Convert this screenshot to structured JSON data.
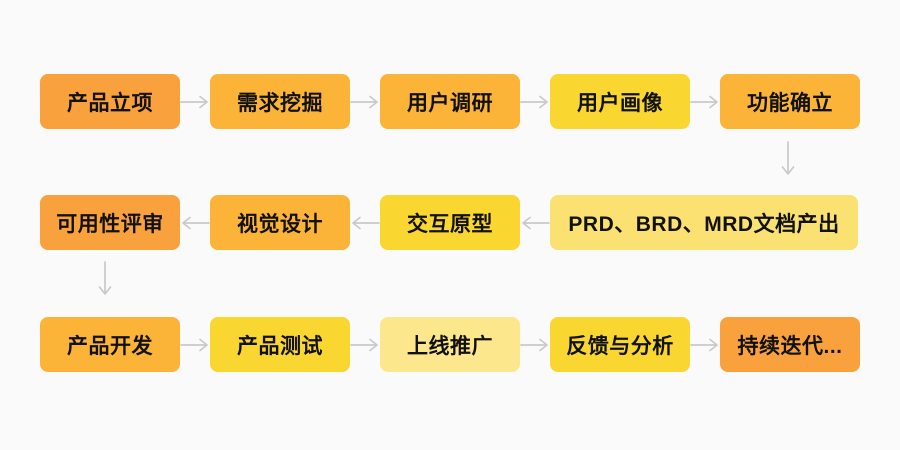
{
  "canvas": {
    "background": "#FAFAFA"
  },
  "colors": {
    "orange": "#F9A13C",
    "amber": "#FBB338",
    "yellow": "#F9D630",
    "light_yellow": "#FBE171",
    "pale_yellow": "#FCE78C",
    "arrow_gray": "#C7C9CB",
    "text": "#111111"
  },
  "flow": {
    "row1": {
      "direction": "right",
      "nodes": [
        {
          "label": "产品立项",
          "color": "orange"
        },
        {
          "label": "需求挖掘",
          "color": "amber"
        },
        {
          "label": "用户调研",
          "color": "amber"
        },
        {
          "label": "用户画像",
          "color": "yellow"
        },
        {
          "label": "功能确立",
          "color": "amber"
        }
      ]
    },
    "row2": {
      "direction": "left",
      "nodes": [
        {
          "label": "可用性评审",
          "color": "orange"
        },
        {
          "label": "视觉设计",
          "color": "amber"
        },
        {
          "label": "交互原型",
          "color": "yellow"
        },
        {
          "label": "PRD、BRD、MRD文档产出",
          "color": "light_yellow"
        }
      ]
    },
    "row3": {
      "direction": "right",
      "nodes": [
        {
          "label": "产品开发",
          "color": "amber"
        },
        {
          "label": "产品测试",
          "color": "yellow"
        },
        {
          "label": "上线推广",
          "color": "pale_yellow"
        },
        {
          "label": "反馈与分析",
          "color": "yellow"
        },
        {
          "label": "持续迭代...",
          "color": "orange"
        }
      ]
    }
  }
}
